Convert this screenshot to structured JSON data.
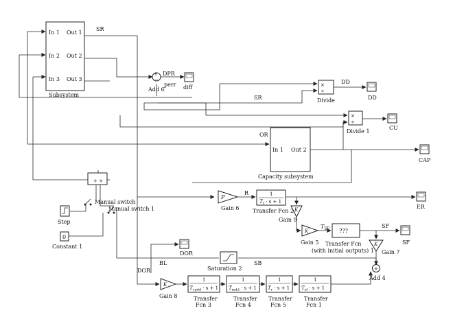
{
  "blocks": {
    "subsystem": {
      "label": "Subsystem",
      "in1": "In 1",
      "in2": "In 2",
      "in3": "In 3",
      "out1": "Out 1",
      "out2": "Out 2",
      "out3": "Out 3"
    },
    "capacity_subsystem": {
      "label": "Capacity subsystem",
      "in1": "In 1",
      "out2": "Out 2"
    },
    "add6": {
      "label": "Add 6",
      "plus": "+",
      "minus": "−"
    },
    "add4": {
      "label": "Add 4",
      "plus": "+"
    },
    "divide": {
      "label": "Divide",
      "mul": "×",
      "div": "÷"
    },
    "divide1": {
      "label": "Divide 1",
      "mul": "×",
      "div": "÷"
    },
    "gain6": {
      "label": "Gain 6",
      "symbol": "P"
    },
    "gain9": {
      "label": "Gain 9",
      "symbol": "K"
    },
    "gain5": {
      "label": "Gain 5",
      "symbol": "K"
    },
    "gain7": {
      "label": "Gain 7",
      "symbol": "K"
    },
    "gain8": {
      "label": "Gain 8",
      "symbol": "K"
    },
    "tf2": {
      "label": "Transfer Fcn 2",
      "num": "1",
      "den_var": "T",
      "den_sub": "r",
      "den_rest": " · s + 1"
    },
    "tf3": {
      "label1": "Transfer",
      "label2": "Fcn 3",
      "num": "1",
      "den_var": "T",
      "den_sub": "cpdd",
      "den_rest": " · s + 1"
    },
    "tf4": {
      "label1": "Transfer",
      "label2": "Fcn 4",
      "num": "1",
      "den_var": "T",
      "den_sub": "mdd",
      "den_rest": " · s + 1"
    },
    "tf5": {
      "label1": "Transfer",
      "label2": "Fcn 5",
      "num": "1",
      "den_var": "T",
      "den_sub": "r",
      "den_rest": " · s + 1"
    },
    "tf1": {
      "label1": "Transfer",
      "label2": "Fcn 1",
      "num": "1",
      "den_var": "T",
      "den_sub": "sf",
      "den_rest": " · s + 1"
    },
    "tf_init": {
      "label1": "Transfer Fcn",
      "label2": "(with initial outputs) 1",
      "text": "???"
    },
    "saturation": {
      "label": "Saturation 2"
    },
    "manual_switch": {
      "label": "Manual switch"
    },
    "manual_switch1": {
      "label": "Manual switch 1"
    },
    "step": {
      "label": "Step"
    },
    "constant": {
      "label": "Constant 1",
      "value": "0"
    },
    "sum_top": {
      "text": "+ +"
    }
  },
  "scopes": {
    "diff": "diff",
    "dd": "DD",
    "cu": "CU",
    "cap": "CAP",
    "er": "ER",
    "sf": "SF",
    "dor": "DOR"
  },
  "signals": {
    "sr1": "SR",
    "sr2": "SR",
    "dpr": "DPR",
    "perr": "perr",
    "dd": "DD",
    "or": "OR",
    "r": "R",
    "tsf_var": "T",
    "tsf_sub": "SF",
    "sf": "SF",
    "bl": "BL",
    "sb": "SB",
    "dor": "DOR"
  }
}
